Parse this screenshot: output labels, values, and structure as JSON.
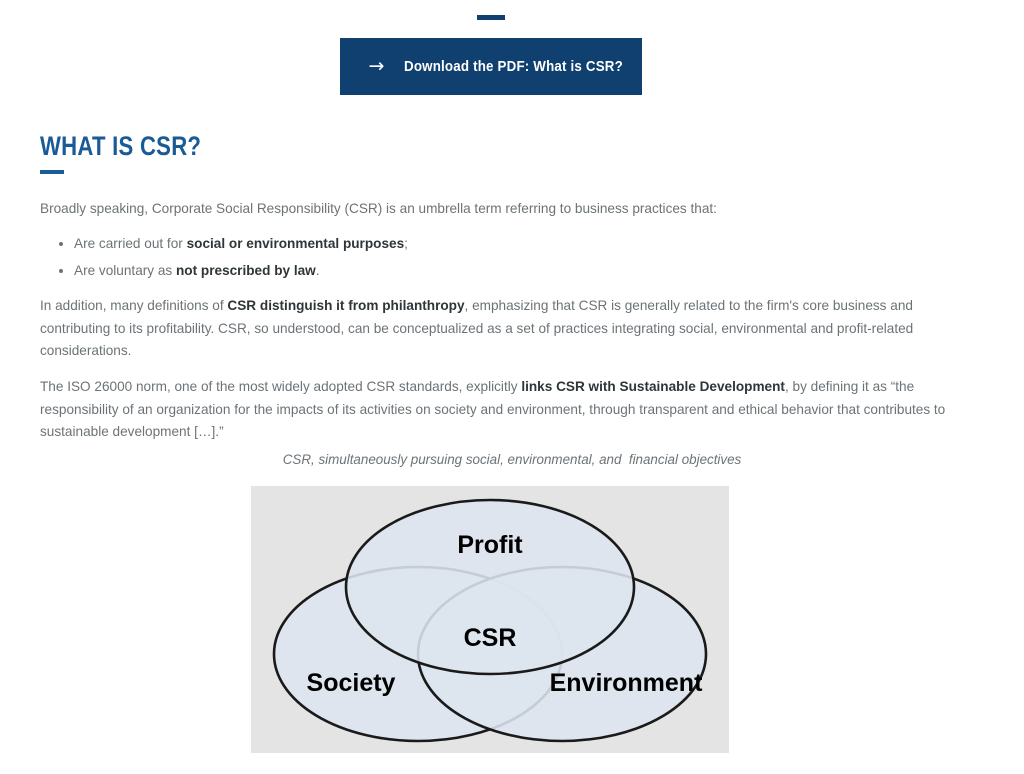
{
  "cta": {
    "accent_dash": "decorative-dash",
    "arrow_glyph": "→",
    "button_label": "Download the PDF: What is CSR?"
  },
  "section": {
    "heading": "WHAT IS CSR?"
  },
  "article": {
    "lead_text": "Broadly speaking, Corporate Social Responsibility (CSR) is an umbrella term referring to business practices that:",
    "bullets": [
      {
        "prefix": "Are carried out for ",
        "bold": "social or environmental purposes",
        "suffix": ";"
      },
      {
        "prefix": "Are voluntary as ",
        "bold": "not prescribed by law",
        "suffix": "."
      }
    ],
    "paragraph_2": {
      "prefix": "In addition, many definitions of ",
      "bold": "CSR distinguish it from philanthropy",
      "suffix": ", emphasizing that CSR is generally related to the firm's core business and contributing to its profitability. CSR, so understood, can be conceptualized as a set of practices integrating social, environmental and profit-related considerations."
    },
    "paragraph_3": {
      "prefix": "The ISO 26000 norm, one of the most widely adopted CSR standards, explicitly ",
      "bold": "links CSR with Sustainable Development",
      "suffix": ", by defining it as “the responsibility of an organization for the impacts of its activities on society and environment, through transparent and ethical behavior that contributes to sustainable development […].”"
    }
  },
  "figure": {
    "caption": "CSR, simultaneously pursuing social, environmental, and  financial objectives",
    "diagram": {
      "type": "venn",
      "labels": {
        "top": "Profit",
        "left": "Society",
        "right": "Environment",
        "center": "CSR"
      },
      "colors": {
        "frame_background": "#e4e4e4",
        "ellipse_fill": "#dde5ef",
        "ellipse_stroke": "#1a1a1a"
      }
    }
  },
  "theme": {
    "brand_navy": "#10406f",
    "heading_blue": "#1a5a96",
    "body_text": "#6c7377",
    "bold_text": "#2f3538",
    "page_background": "#ffffff"
  }
}
